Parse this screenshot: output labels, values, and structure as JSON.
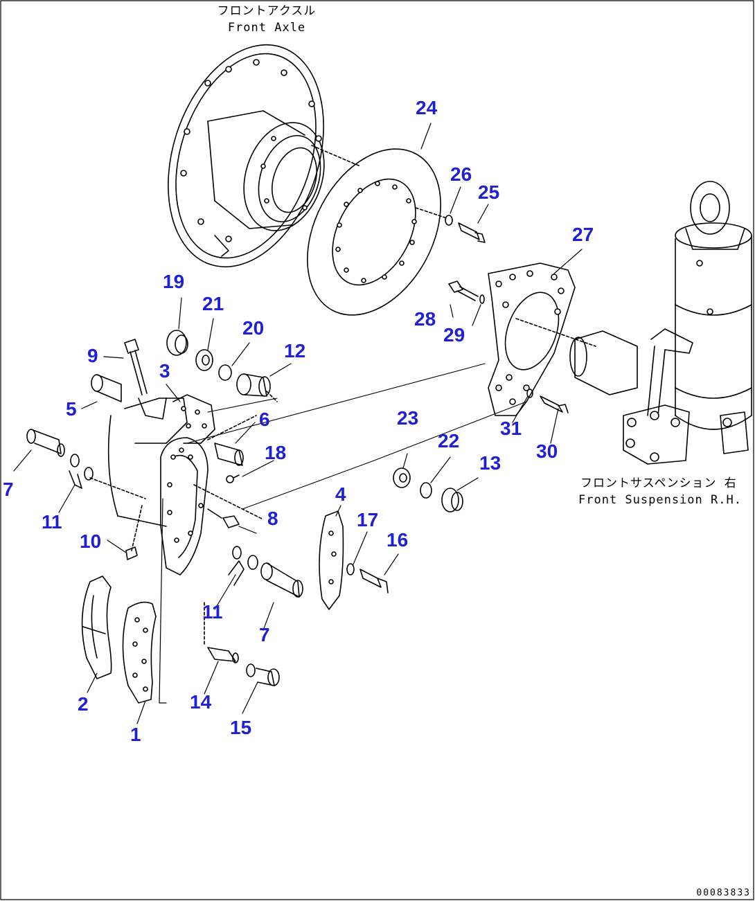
{
  "captions": {
    "front_axle_jp": "フロントアクスル",
    "front_axle_en": "Front Axle",
    "front_susp_jp": "フロントサスペンション 右",
    "front_susp_en": "Front Suspension R.H."
  },
  "callouts": {
    "c1": "1",
    "c2": "2",
    "c3": "3",
    "c4": "4",
    "c5": "5",
    "c6": "6",
    "c7a": "7",
    "c7b": "7",
    "c8": "8",
    "c9": "9",
    "c10": "10",
    "c11a": "11",
    "c11b": "11",
    "c12": "12",
    "c13": "13",
    "c14": "14",
    "c15": "15",
    "c16": "16",
    "c17": "17",
    "c18": "18",
    "c19": "19",
    "c20": "20",
    "c21": "21",
    "c22": "22",
    "c23": "23",
    "c24": "24",
    "c25": "25",
    "c26": "26",
    "c27": "27",
    "c28": "28",
    "c29": "29",
    "c30": "30",
    "c31": "31"
  },
  "reference_number": "00083833",
  "colors": {
    "callout": "#1f1fd6",
    "line": "#000000",
    "background": "#ffffff"
  }
}
